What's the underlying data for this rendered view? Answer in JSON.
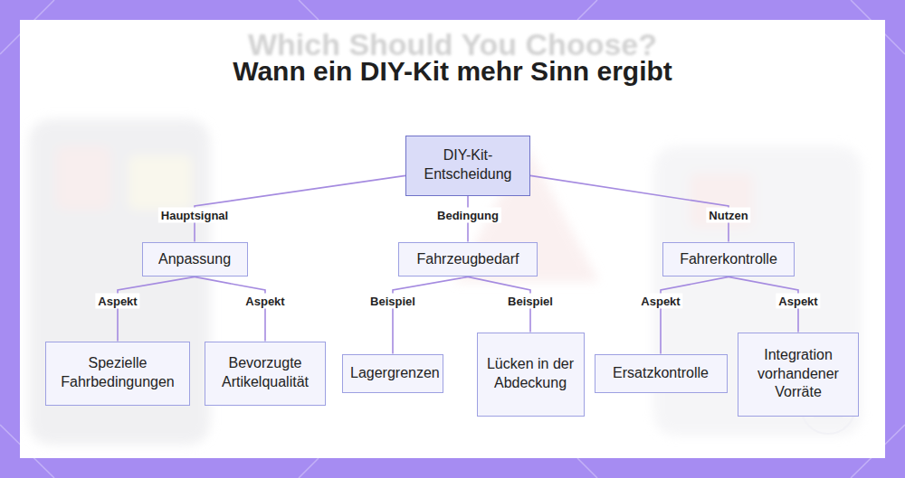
{
  "diagram": {
    "title": "Wann ein DIY-Kit mehr Sinn ergibt",
    "nodes": [
      {
        "text": [
          "DIY-Kit-Entscheidung"
        ]
      },
      {
        "text": [
          "Anpassung"
        ]
      },
      {
        "text": [
          "Fahrzeugbedarf"
        ]
      },
      {
        "text": [
          "Fahrerkontrolle"
        ]
      },
      {
        "text": [
          "Spezielle Fahrbedingungen"
        ]
      },
      {
        "text": [
          "Bevorzugte Artikelqualität"
        ]
      },
      {
        "text": [
          "Lagergrenzen"
        ]
      },
      {
        "text": [
          "Lücken in der Abdeckung"
        ]
      },
      {
        "text": [
          "Ersatzkontrolle"
        ]
      },
      {
        "text": [
          "Integration vorhandener Vorräte"
        ]
      }
    ],
    "edges": [
      {
        "from": 0,
        "to": 1,
        "label": "Hauptsignal",
        "arrow": "none"
      },
      {
        "from": 0,
        "to": 2,
        "label": "Bedingung",
        "arrow": "none"
      },
      {
        "from": 0,
        "to": 3,
        "label": "Nutzen",
        "arrow": "none"
      },
      {
        "from": 1,
        "to": 4,
        "label": "Aspekt",
        "arrow": "none"
      },
      {
        "from": 1,
        "to": 5,
        "label": "Aspekt",
        "arrow": "none"
      },
      {
        "from": 2,
        "to": 6,
        "label": "Beispiel",
        "arrow": "none"
      },
      {
        "from": 2,
        "to": 7,
        "label": "Beispiel",
        "arrow": "none"
      },
      {
        "from": 3,
        "to": 8,
        "label": "Aspekt",
        "arrow": "none"
      },
      {
        "from": 3,
        "to": 9,
        "label": "Aspekt",
        "arrow": "none"
      }
    ],
    "labels": [
      "Which Should You Choose?"
    ]
  }
}
